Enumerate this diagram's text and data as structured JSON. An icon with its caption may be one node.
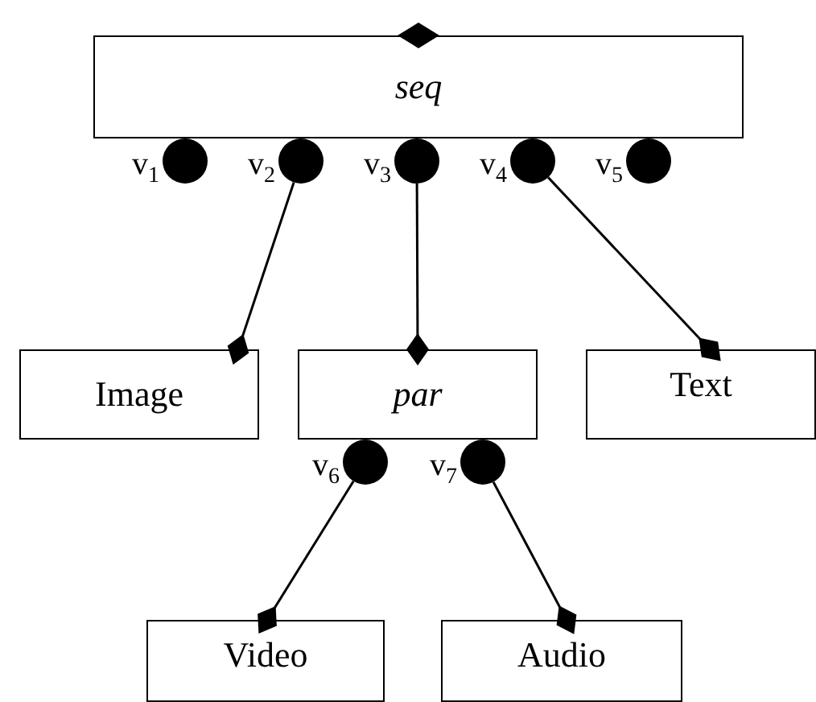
{
  "diagram": {
    "nodes": [
      {
        "text": [
          "seq"
        ]
      },
      {
        "text": [],
        "shape": "circle",
        "beside": [
          "v$_{1}$"
        ]
      },
      {
        "text": [],
        "shape": "circle",
        "beside": [
          "v$_{2}$"
        ]
      },
      {
        "text": [],
        "shape": "circle",
        "beside": [
          "v$_{3}$"
        ]
      },
      {
        "text": [],
        "shape": "circle",
        "beside": [
          "v$_{4}$"
        ]
      },
      {
        "text": [],
        "shape": "circle",
        "beside": [
          "v$_{5}$"
        ]
      },
      {
        "text": [
          "Image"
        ]
      },
      {
        "text": [
          "par"
        ]
      },
      {
        "text": [
          "Text"
        ]
      },
      {
        "text": [],
        "shape": "circle",
        "beside": [
          "v$_{6}$"
        ]
      },
      {
        "text": [],
        "shape": "circle",
        "beside": [
          "v$_{7}$"
        ]
      },
      {
        "text": [
          "Video"
        ]
      },
      {
        "text": [
          "Audio"
        ]
      }
    ],
    "edges": [
      {
        "from": 2,
        "to": 6,
        "arrow": "other"
      },
      {
        "from": 3,
        "to": 7,
        "arrow": "other"
      },
      {
        "from": 4,
        "to": 8,
        "arrow": "other"
      },
      {
        "from": 9,
        "to": 11,
        "arrow": "other"
      },
      {
        "from": 10,
        "to": 12,
        "arrow": "other"
      }
    ]
  }
}
